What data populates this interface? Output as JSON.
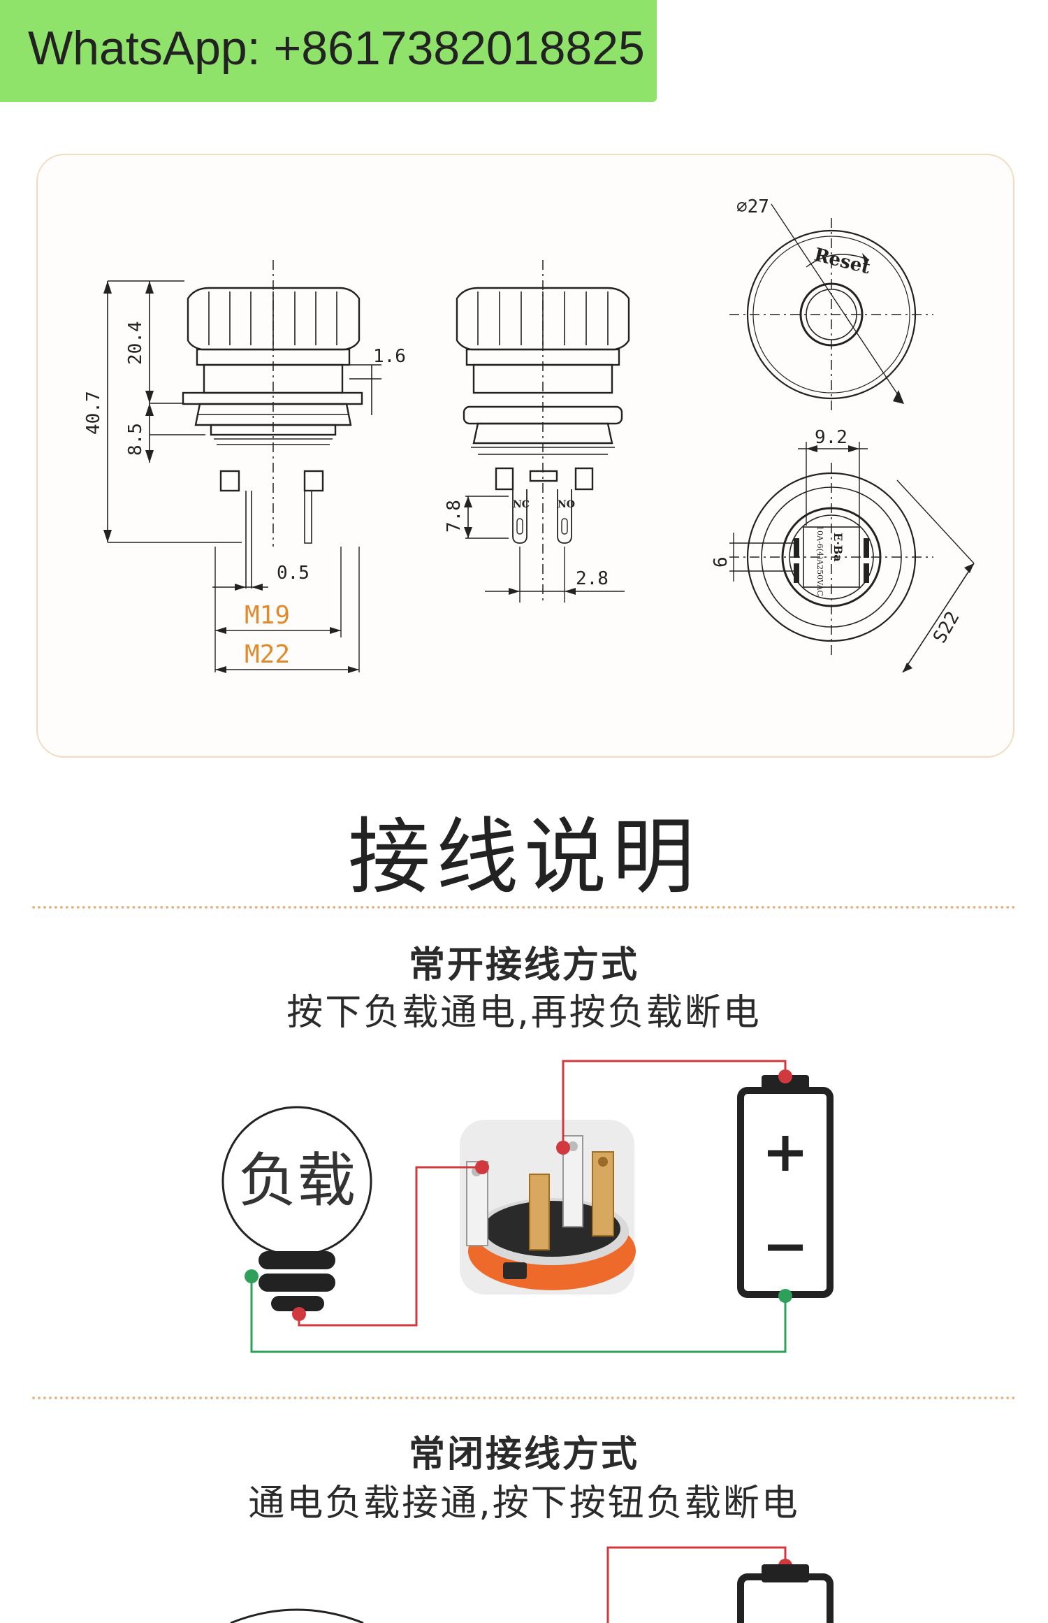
{
  "banner": {
    "text": "WhatsApp: +8617382018825",
    "bg": "#8fe36a"
  },
  "drawing": {
    "dims_side": {
      "total_height": "40.7",
      "cap_height": "20.4",
      "lower_height": "8.5",
      "flange": "1.6",
      "pin_width": "0.5"
    },
    "thread_labels": [
      "M19",
      "M22"
    ],
    "dims_front": {
      "pin_length": "7.8",
      "pin_pitch": "2.8",
      "pin_nc": "NC",
      "pin_no": "NO"
    },
    "dims_top": {
      "diameter": "⌀27",
      "reset_text": "Reset"
    },
    "dims_bottom": {
      "inner_width": "9.2",
      "side": "6",
      "across_flats": "S22",
      "label_text": "E·Ba",
      "rating_text": "10A-6(4)A250VAC"
    },
    "accent_color": "#e08a2c"
  },
  "section": {
    "title": "接线说明"
  },
  "mode_open": {
    "title": "常开接线方式",
    "desc": "按下负载通电,再按负载断电"
  },
  "mode_closed": {
    "title": "常闭接线方式",
    "desc": "通电负载接通,按下按钮负载断电"
  },
  "wiring": {
    "load_label": "负载",
    "battery_plus": "+",
    "battery_minus": "−",
    "red_wire": "#d0393e",
    "green_wire": "#2fa05a"
  }
}
